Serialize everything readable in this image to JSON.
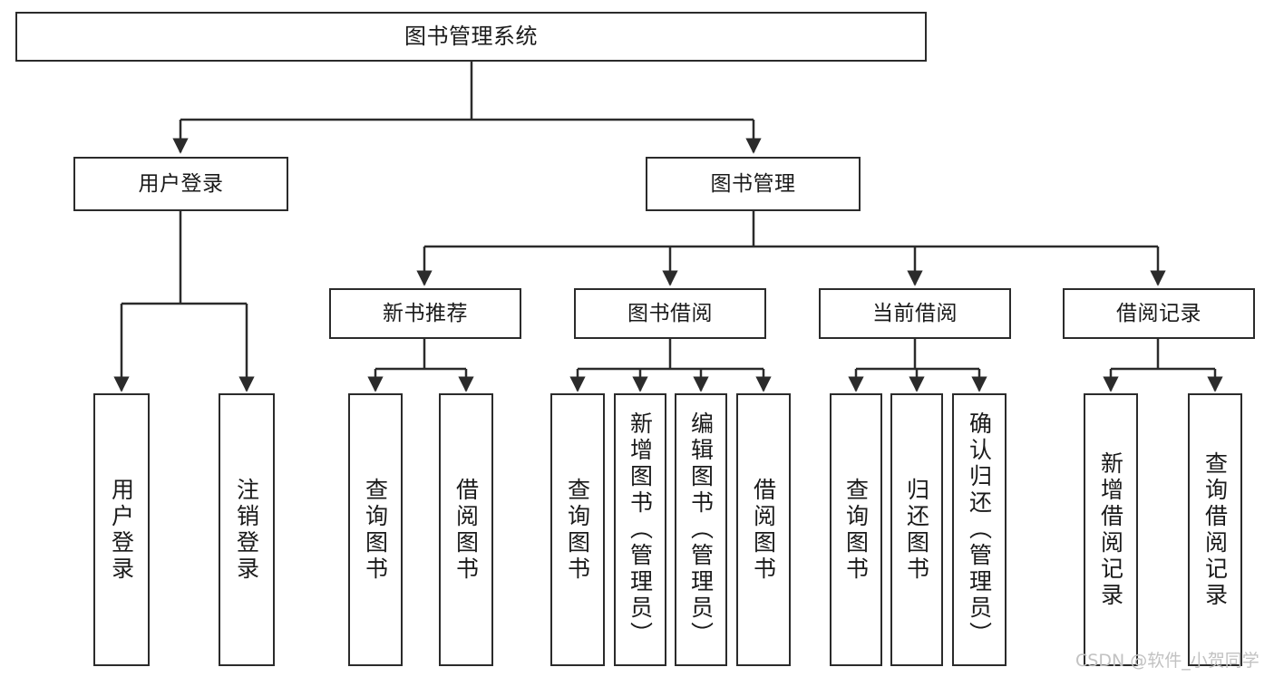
{
  "diagram": {
    "title": "图书管理系统",
    "type": "hierarchy-tree",
    "nodes": {
      "root": {
        "label": "图书管理系统"
      },
      "level2": [
        {
          "id": "user-login",
          "label": "用户登录"
        },
        {
          "id": "book-manage",
          "label": "图书管理"
        }
      ],
      "level3": [
        {
          "id": "new-book-recommend",
          "label": "新书推荐"
        },
        {
          "id": "book-borrow",
          "label": "图书借阅"
        },
        {
          "id": "current-borrow",
          "label": "当前借阅"
        },
        {
          "id": "borrow-record",
          "label": "借阅记录"
        }
      ],
      "leaves": [
        {
          "id": "leaf-user-login",
          "label": "用户登录",
          "parent": "user-login"
        },
        {
          "id": "leaf-user-logout",
          "label": "注销登录",
          "parent": "user-login"
        },
        {
          "id": "leaf-query-book-1",
          "label": "查询图书",
          "parent": "new-book-recommend"
        },
        {
          "id": "leaf-borrow-book-1",
          "label": "借阅图书",
          "parent": "new-book-recommend"
        },
        {
          "id": "leaf-query-book-2",
          "label": "查询图书",
          "parent": "book-borrow"
        },
        {
          "id": "leaf-add-book",
          "label": "新增图书（管理员）",
          "parent": "book-borrow"
        },
        {
          "id": "leaf-edit-book",
          "label": "编辑图书（管理员）",
          "parent": "book-borrow"
        },
        {
          "id": "leaf-borrow-book-2",
          "label": "借阅图书",
          "parent": "book-borrow"
        },
        {
          "id": "leaf-query-book-3",
          "label": "查询图书",
          "parent": "current-borrow"
        },
        {
          "id": "leaf-return-book",
          "label": "归还图书",
          "parent": "current-borrow"
        },
        {
          "id": "leaf-confirm-return",
          "label": "确认归还（管理员）",
          "parent": "current-borrow"
        },
        {
          "id": "leaf-add-record",
          "label": "新增借阅记录",
          "parent": "borrow-record"
        },
        {
          "id": "leaf-query-record",
          "label": "查询借阅记录",
          "parent": "borrow-record"
        }
      ]
    },
    "colors": {
      "stroke": "#2b2b2b",
      "fill": "#ffffff",
      "text": "#1a1a1a",
      "watermark": "#c2c2c2"
    }
  },
  "watermark": {
    "text": "CSDN @软件_小贺同学"
  }
}
